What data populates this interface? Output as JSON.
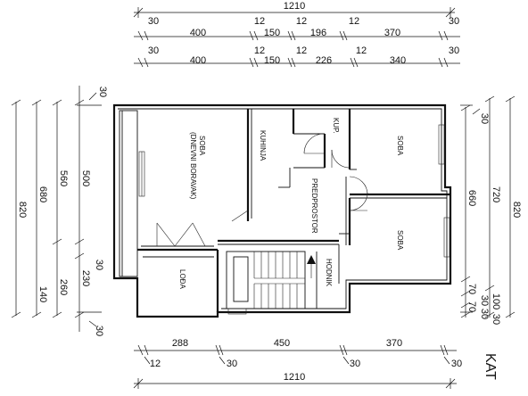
{
  "drawing": {
    "floor_label": "KAT",
    "top_dimensions": {
      "overall": "1210",
      "row1": [
        "30",
        "400",
        "12",
        "150",
        "12",
        "196",
        "12",
        "370",
        "30"
      ],
      "row2": [
        "30",
        "400",
        "12",
        "150",
        "12",
        "226",
        "12",
        "340",
        "30"
      ]
    },
    "left_dimensions": [
      "820",
      "680",
      "560",
      "500",
      "30",
      "140",
      "260",
      "230",
      "30",
      "30"
    ],
    "right_dimensions": [
      "30",
      "820",
      "720",
      "660",
      "100",
      "70",
      "30",
      "30",
      "30",
      "70"
    ],
    "bottom_dimensions": {
      "segments": [
        "288",
        "450",
        "370"
      ],
      "ticks": [
        "12",
        "30",
        "30",
        "30"
      ],
      "overall": "1210"
    },
    "rooms": {
      "soba_dnevni": [
        "SOBA",
        "(DNEVNI BORAVAK)"
      ],
      "kuhinja": "KUHINJA",
      "kup": "KUP.",
      "soba_upper": "SOBA",
      "predprostor": "PREDPROSTOR",
      "soba_lower": "SOBA",
      "lodja": "LOĐA",
      "hodnik": "HODNIK"
    }
  }
}
